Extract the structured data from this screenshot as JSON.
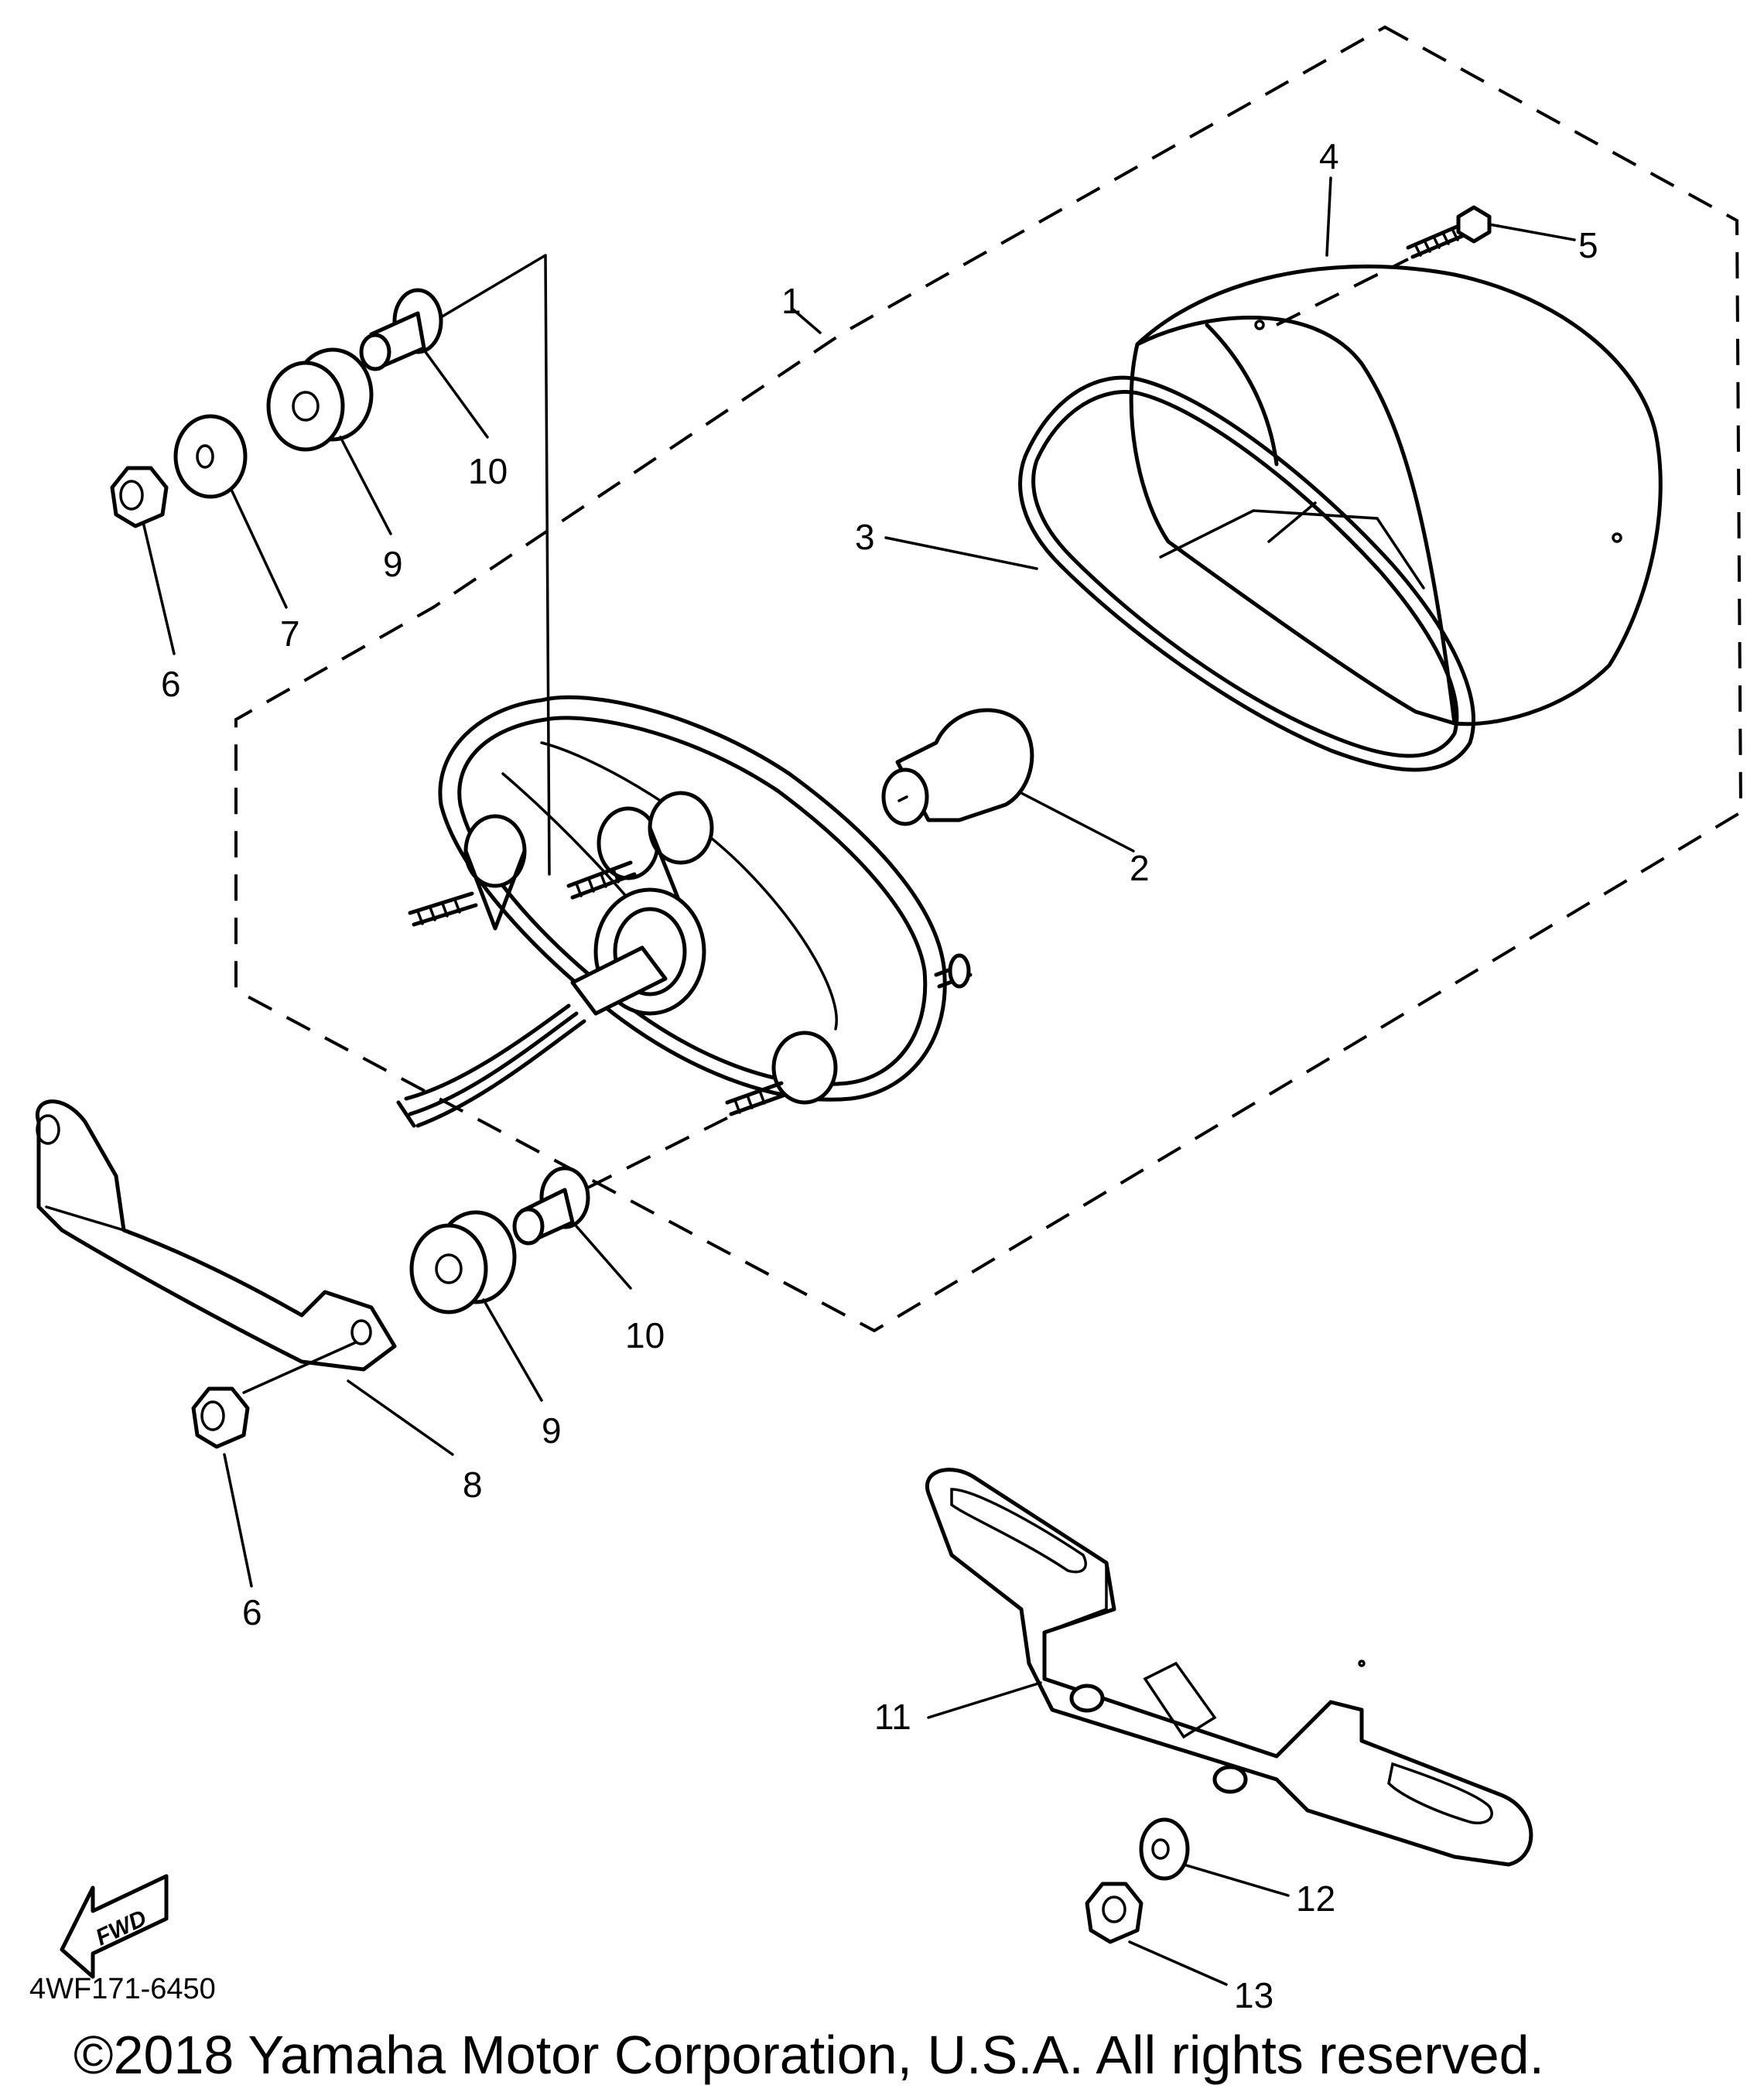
{
  "callouts": [
    {
      "id": "1",
      "label": "1"
    },
    {
      "id": "2",
      "label": "2"
    },
    {
      "id": "3",
      "label": "3"
    },
    {
      "id": "4",
      "label": "4"
    },
    {
      "id": "5",
      "label": "5"
    },
    {
      "id": "6a",
      "label": "6"
    },
    {
      "id": "6b",
      "label": "6"
    },
    {
      "id": "7",
      "label": "7"
    },
    {
      "id": "8",
      "label": "8"
    },
    {
      "id": "9a",
      "label": "9"
    },
    {
      "id": "9b",
      "label": "9"
    },
    {
      "id": "10a",
      "label": "10"
    },
    {
      "id": "10b",
      "label": "10"
    },
    {
      "id": "11",
      "label": "11"
    },
    {
      "id": "12",
      "label": "12"
    },
    {
      "id": "13",
      "label": "13"
    }
  ],
  "fwd_label": "FWD",
  "diagram_code": "4WF171-6450",
  "copyright": "©2018 Yamaha Motor Corporation, U.S.A. All rights reserved."
}
